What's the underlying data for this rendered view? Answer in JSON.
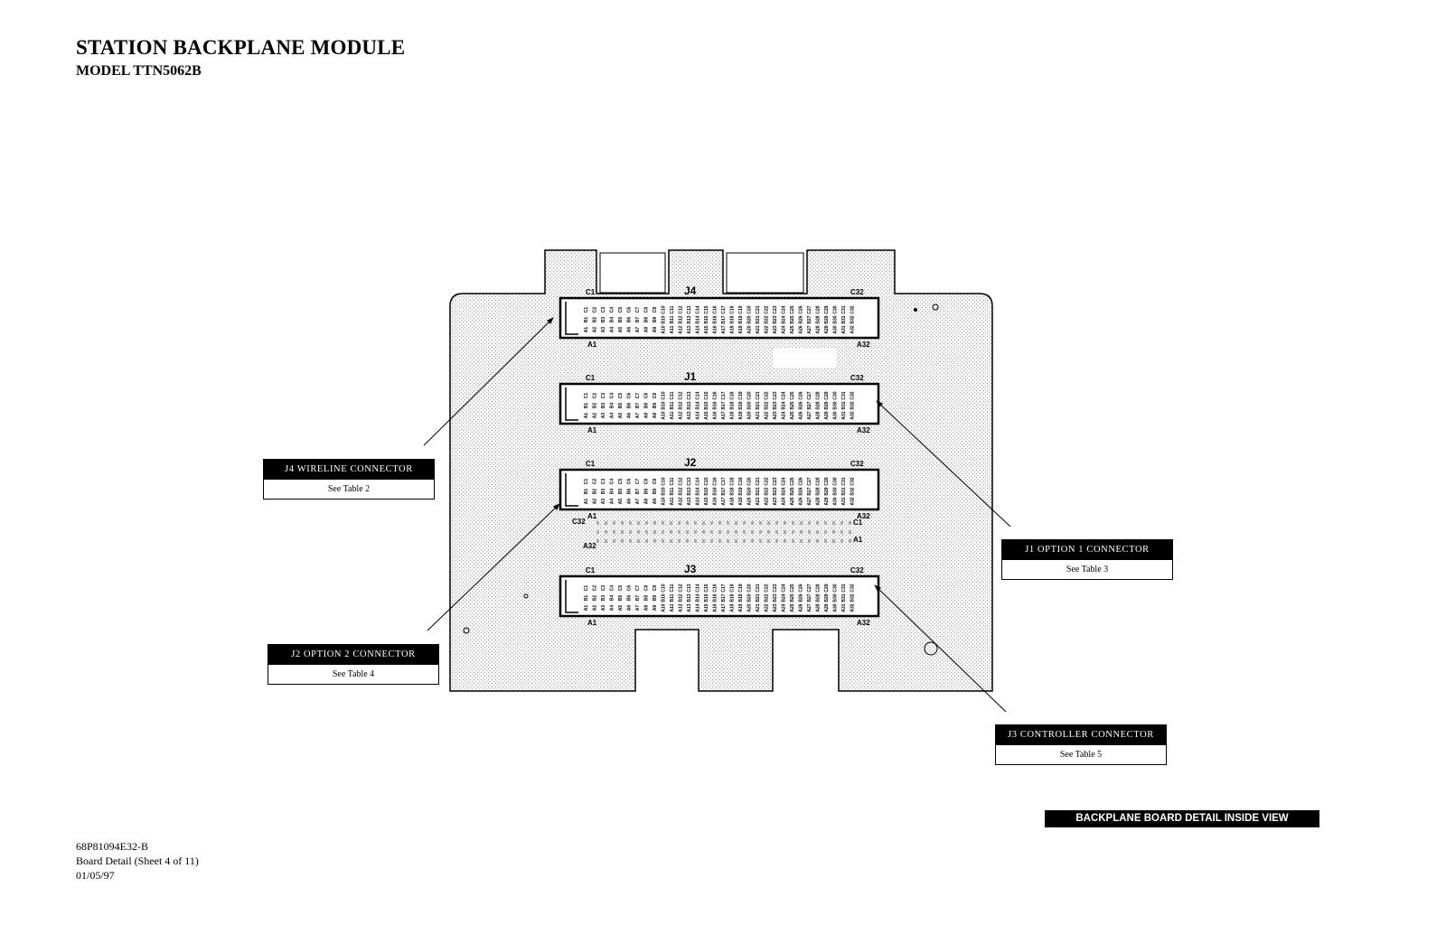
{
  "header": {
    "title": "STATION BACKPLANE MODULE",
    "model": "MODEL TTN5062B"
  },
  "footer": {
    "doc_number": "68P81094E32-B",
    "sheet": "Board Detail (Sheet 4 of 11)",
    "date": "01/05/97"
  },
  "banner": "BACKPLANE BOARD DETAIL INSIDE VIEW",
  "connectors": [
    {
      "id": "J4",
      "c_first": "C1",
      "c_last": "C32",
      "a_first": "A1",
      "a_last": "A32"
    },
    {
      "id": "J1",
      "c_first": "C1",
      "c_last": "C32",
      "a_first": "A1",
      "a_last": "A32"
    },
    {
      "id": "J2",
      "c_first": "C1",
      "c_last": "C32",
      "a_first": "A1",
      "a_last": "A32"
    },
    {
      "id": "J3",
      "c_first": "C1",
      "c_last": "C32",
      "a_first": "A1",
      "a_last": "A32"
    }
  ],
  "rear_pin_labels": {
    "left_top": "C32",
    "left_bottom": "A32",
    "right_top": "C1",
    "right_bottom": "A1"
  },
  "pin_rows": [
    "C",
    "B",
    "A"
  ],
  "pins_per_row": 32,
  "callouts": {
    "j4": {
      "title": "J4 WIRELINE CONNECTOR",
      "ref": "See Table 2"
    },
    "j1": {
      "title": "J1 OPTION 1 CONNECTOR",
      "ref": "See Table 3"
    },
    "j2": {
      "title": "J2 OPTION 2 CONNECTOR",
      "ref": "See Table 4"
    },
    "j3": {
      "title": "J3 CONTROLLER CONNECTOR",
      "ref": "See Table 5"
    }
  }
}
